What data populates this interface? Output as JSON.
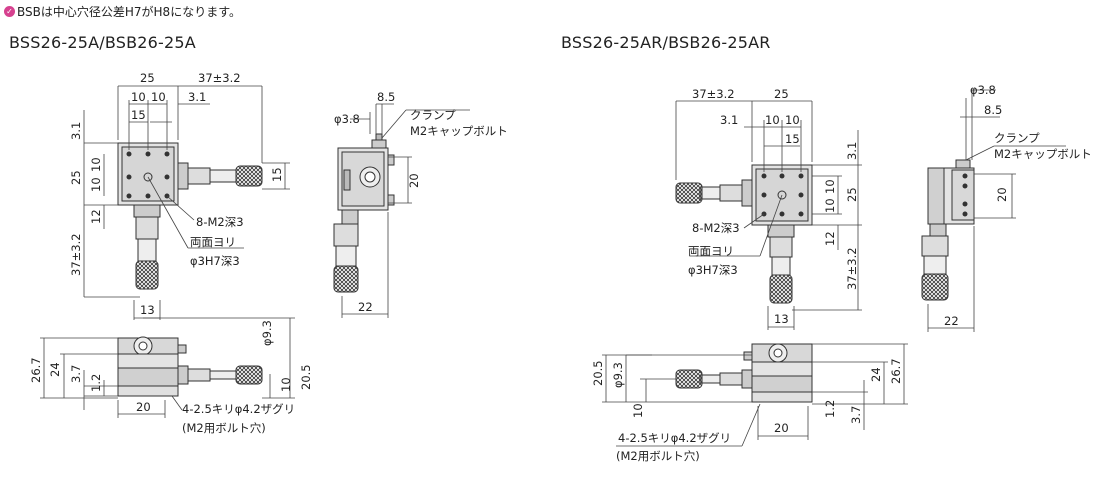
{
  "note": {
    "icon": "info-check-icon",
    "text": "BSBは中心穴径公差H7がH8になります。"
  },
  "left": {
    "title": "BSS26-25A/BSB26-25A",
    "dims": {
      "w25": "25",
      "w37": "37±3.2",
      "d10a": "10",
      "d10b": "10",
      "d15": "15",
      "d3_1": "3.1",
      "v3_1": "3.1",
      "v25": "25",
      "v10a": "10",
      "v10b": "10",
      "v12": "12",
      "v37": "37±3.2",
      "v15": "15",
      "b13": "13",
      "p38": "φ3.8",
      "p85": "8.5",
      "v20": "20",
      "b22": "22",
      "f93": "φ9.3",
      "f267": "26.7",
      "f24": "24",
      "f37": "3.7",
      "f12": "1.2",
      "f10": "10",
      "f205": "20.5",
      "f20": "20"
    },
    "labels": {
      "tap": "8-M2深3",
      "both": "両面ヨリ",
      "hole": "φ3H7深3",
      "clamp": "クランプ",
      "bolt": "M2キャップボルト",
      "drill": "4-2.5キリφ4.2ザグリ",
      "drill2": "(M2用ボルト穴)"
    }
  },
  "right": {
    "title": "BSS26-25AR/BSB26-25AR",
    "dims": {
      "w37": "37±3.2",
      "w25": "25",
      "d3_1": "3.1",
      "d10a": "10",
      "d10b": "10",
      "d15": "15",
      "v3_1": "3.1",
      "v25": "25",
      "v10a": "10",
      "v10b": "10",
      "v12": "12",
      "v37": "37±3.2",
      "b13": "13",
      "p38": "φ3.8",
      "p85": "8.5",
      "v20": "20",
      "b22": "22",
      "f205": "20.5",
      "f93": "φ9.3",
      "f10": "10",
      "f24": "24",
      "f267": "26.7",
      "f12": "1.2",
      "f37": "3.7",
      "f20": "20"
    },
    "labels": {
      "tap": "8-M2深3",
      "both": "両面ヨリ",
      "hole": "φ3H7深3",
      "clamp": "クランプ",
      "bolt": "M2キャップボルト",
      "drill": "4-2.5キリφ4.2ザグリ",
      "drill2": "(M2用ボルト穴)"
    }
  }
}
